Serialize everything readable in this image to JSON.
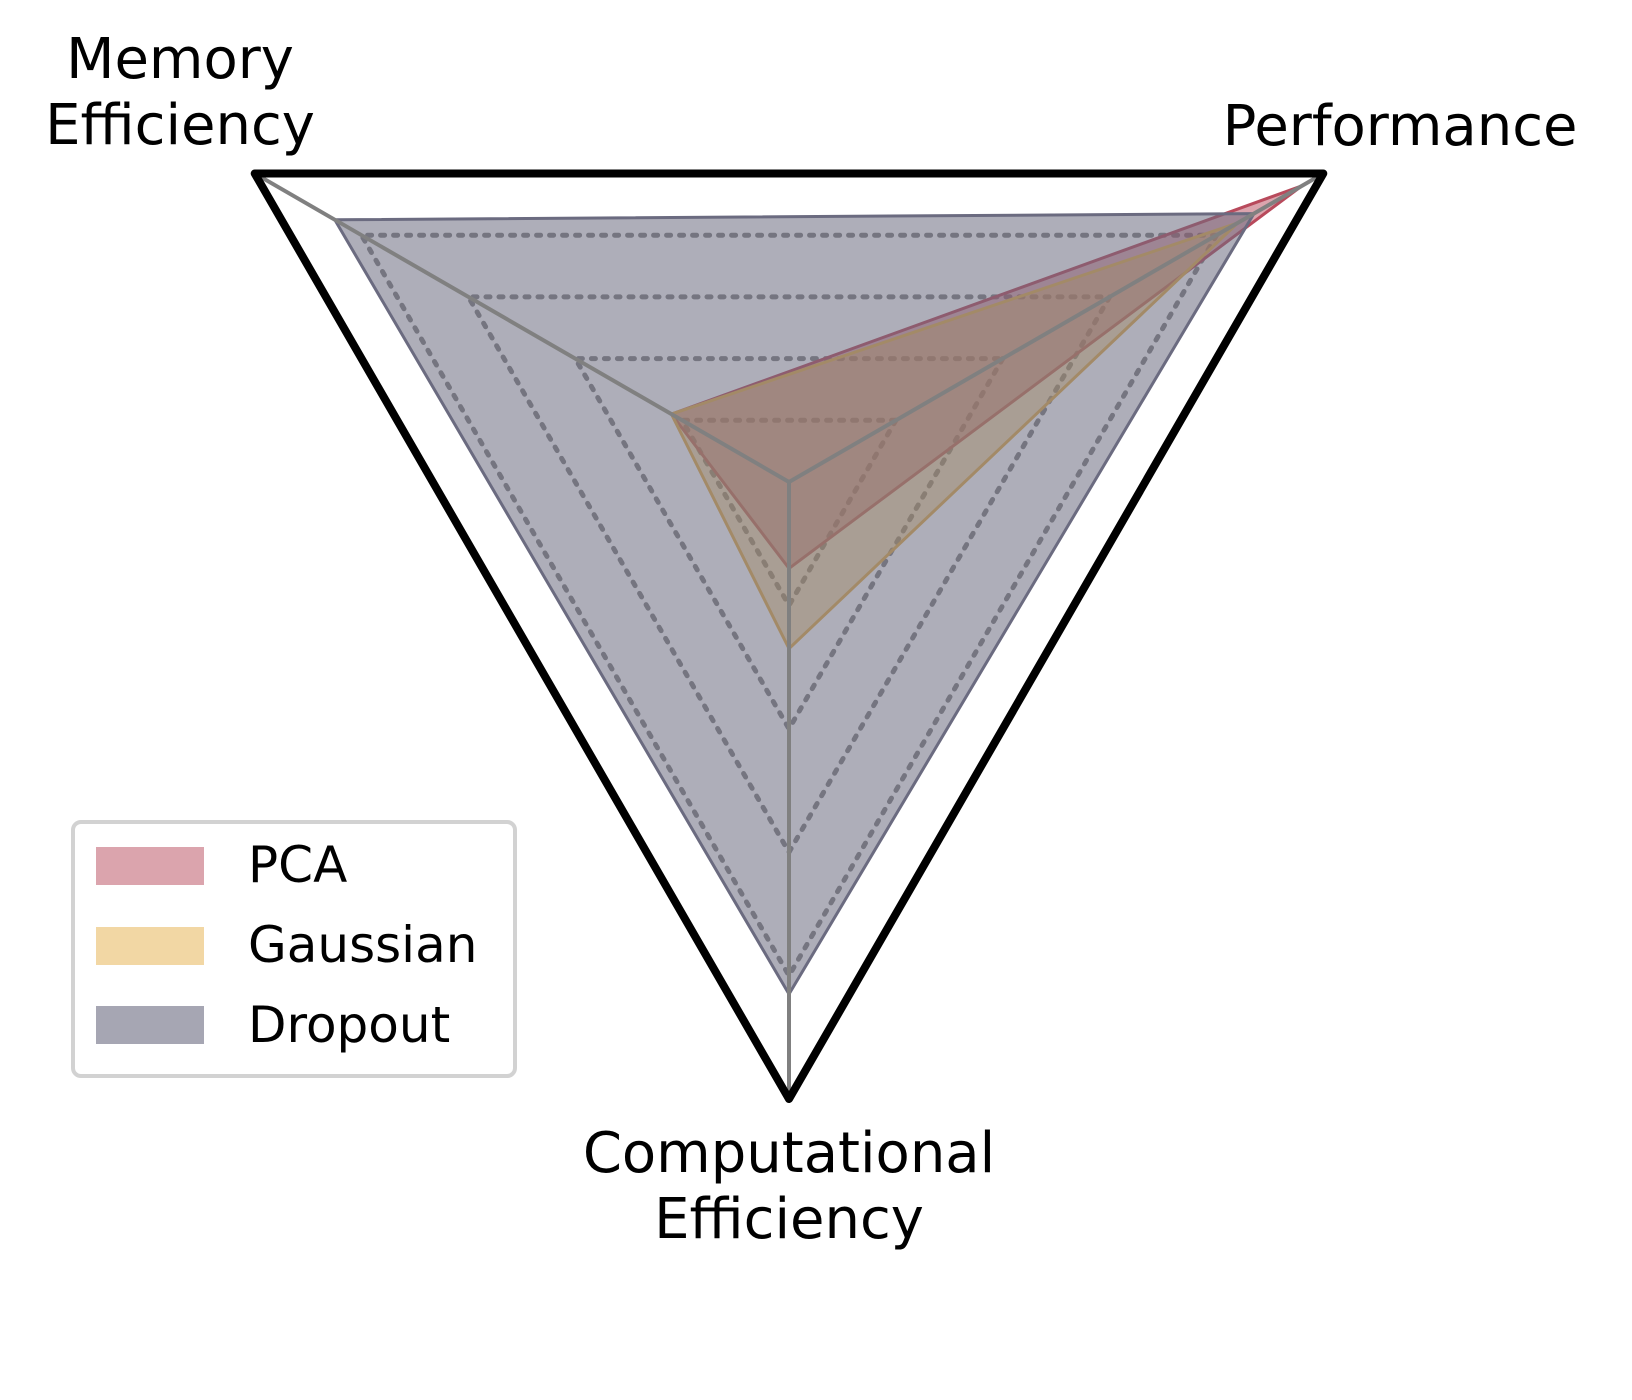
{
  "chart_data": {
    "type": "radar",
    "axes": [
      {
        "key": "performance",
        "label_lines": [
          "Performance"
        ]
      },
      {
        "key": "computational_efficiency",
        "label_lines": [
          "Computational",
          "Efficiency"
        ]
      },
      {
        "key": "memory_efficiency",
        "label_lines": [
          "Memory",
          "Efficiency"
        ]
      }
    ],
    "rlim": [
      0,
      1
    ],
    "grid_levels": [
      0.2,
      0.4,
      0.6,
      0.8
    ],
    "series": [
      {
        "name": "PCA",
        "color": "#b84a5c",
        "values": [
          0.96,
          0.14,
          0.22
        ]
      },
      {
        "name": "Gaussian",
        "color": "#e6b04a",
        "values": [
          0.84,
          0.27,
          0.22
        ]
      },
      {
        "name": "Dropout",
        "color": "#6b6b80",
        "values": [
          0.87,
          0.83,
          0.85
        ]
      }
    ],
    "legend_position": "lower-left",
    "grid": true
  }
}
